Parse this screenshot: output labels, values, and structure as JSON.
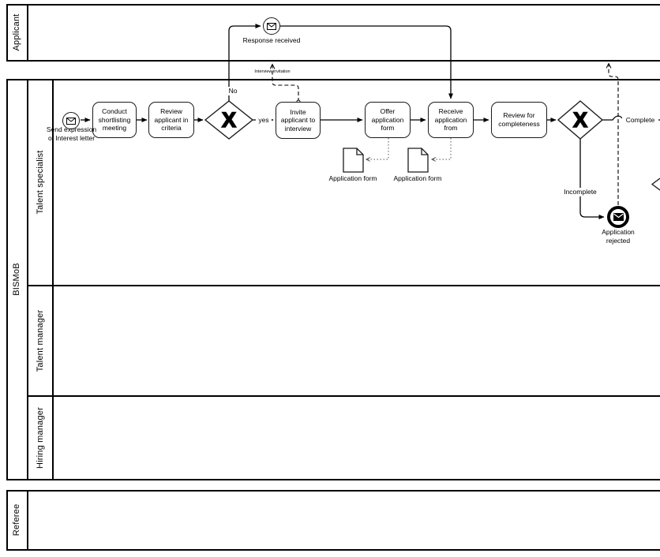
{
  "diagram": {
    "pools": {
      "applicant": {
        "label": "Applicant"
      },
      "bismob": {
        "label": "BISMoB",
        "lanes": [
          {
            "label": "Talent specialist"
          },
          {
            "label": "Talent manager"
          },
          {
            "label": "Hiring manager"
          }
        ]
      },
      "referee": {
        "label": "Referee"
      }
    },
    "events": {
      "start": {
        "label": "Send expression of Interest letter"
      },
      "response_received": {
        "label": "Response received"
      },
      "application_rejected": {
        "label": "Application rejected"
      }
    },
    "tasks": {
      "conduct": {
        "label": "Conduct shortlisting meeting"
      },
      "review_criteria": {
        "label": "Review applicant in criteria"
      },
      "invite": {
        "label": "Invite applicant to interview"
      },
      "offer": {
        "label": "Offer application form"
      },
      "receive": {
        "label": "Receive application from"
      },
      "review_completeness": {
        "label": "Review for completeness"
      }
    },
    "gateways": {
      "g1": {
        "symbol": "X"
      },
      "g2": {
        "symbol": "X"
      }
    },
    "flow_labels": {
      "no": "No",
      "yes": "yes",
      "complete": "Complete",
      "incomplete": "Incomplete",
      "interview_invitation": "Interview invitation"
    },
    "data_objects": {
      "form1": {
        "label": "Application form"
      },
      "form2": {
        "label": "Application form"
      }
    },
    "colors": {
      "stroke": "#000000",
      "background": "#ffffff"
    }
  }
}
